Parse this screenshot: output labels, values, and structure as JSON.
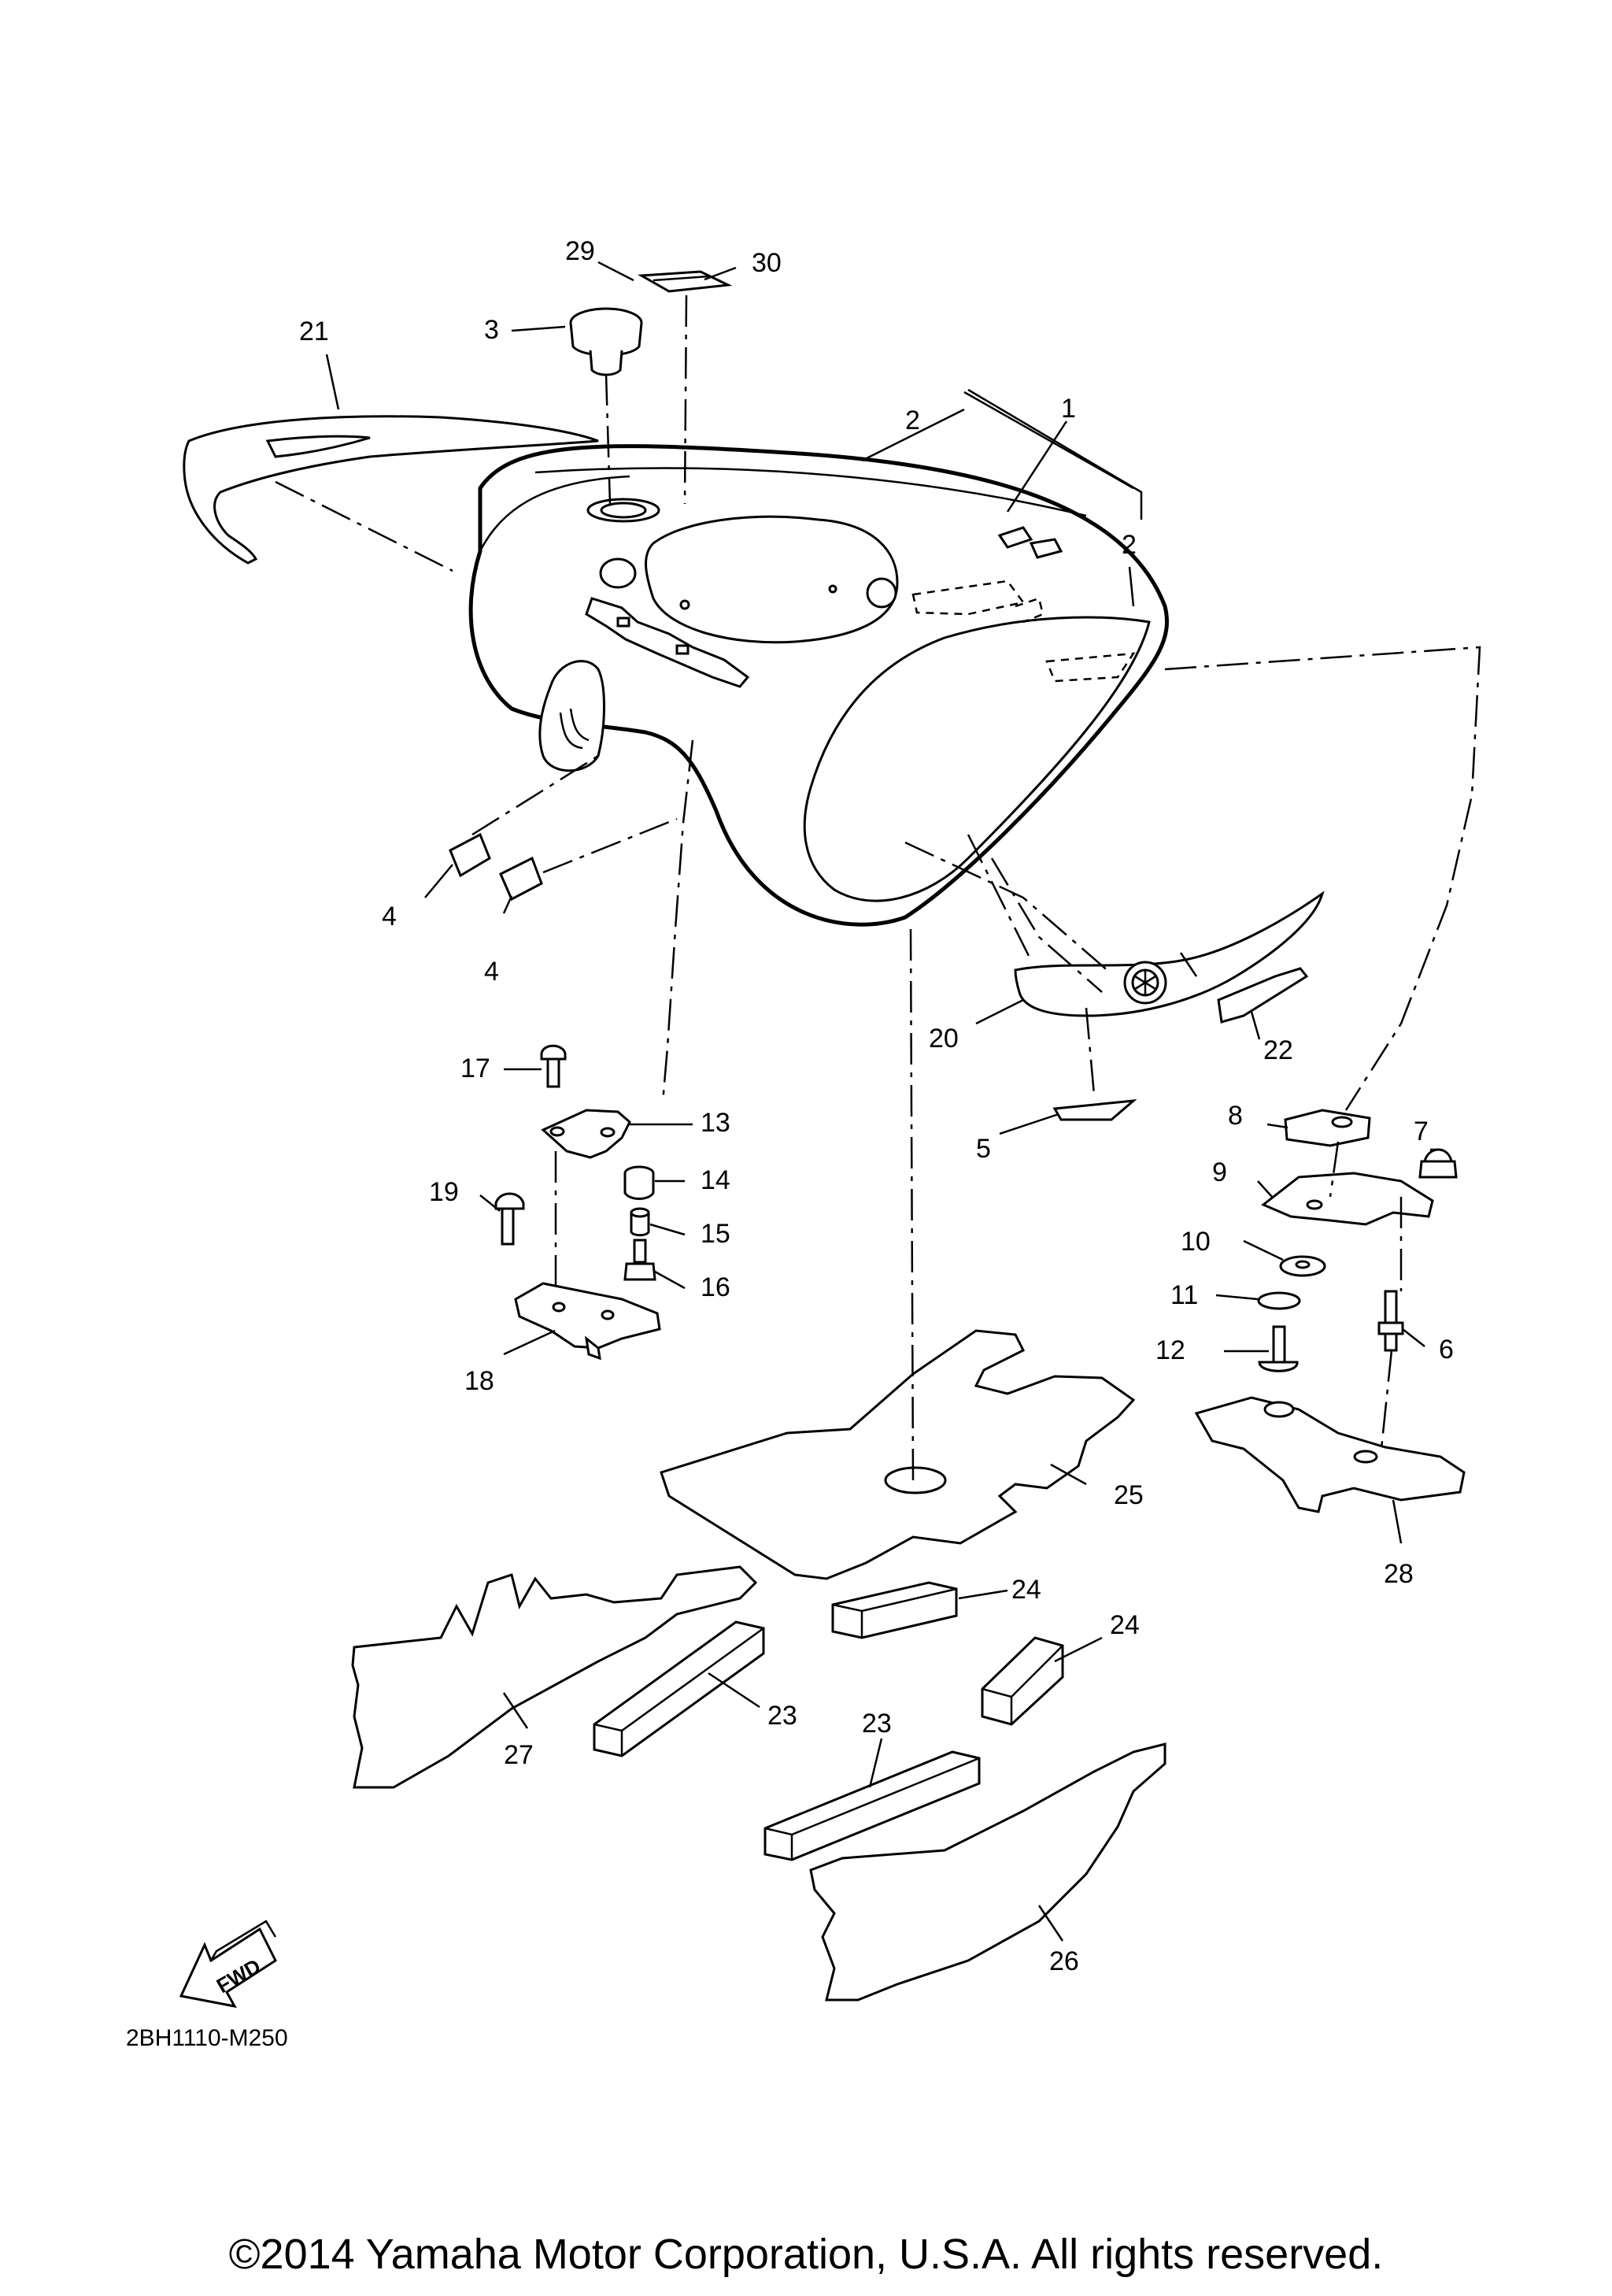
{
  "diagram": {
    "part_numbers": [
      "1",
      "2",
      "2",
      "3",
      "4",
      "4",
      "5",
      "6",
      "7",
      "8",
      "9",
      "10",
      "11",
      "12",
      "13",
      "14",
      "15",
      "16",
      "17",
      "18",
      "19",
      "20",
      "21",
      "22",
      "23",
      "23",
      "24",
      "24",
      "25",
      "26",
      "27",
      "28",
      "29",
      "30"
    ],
    "fwd_label": "FWD"
  },
  "footer": {
    "drawing_code": "2BH1110-M250",
    "copyright": "©2014 Yamaha Motor Corporation, U.S.A. All rights reserved."
  }
}
